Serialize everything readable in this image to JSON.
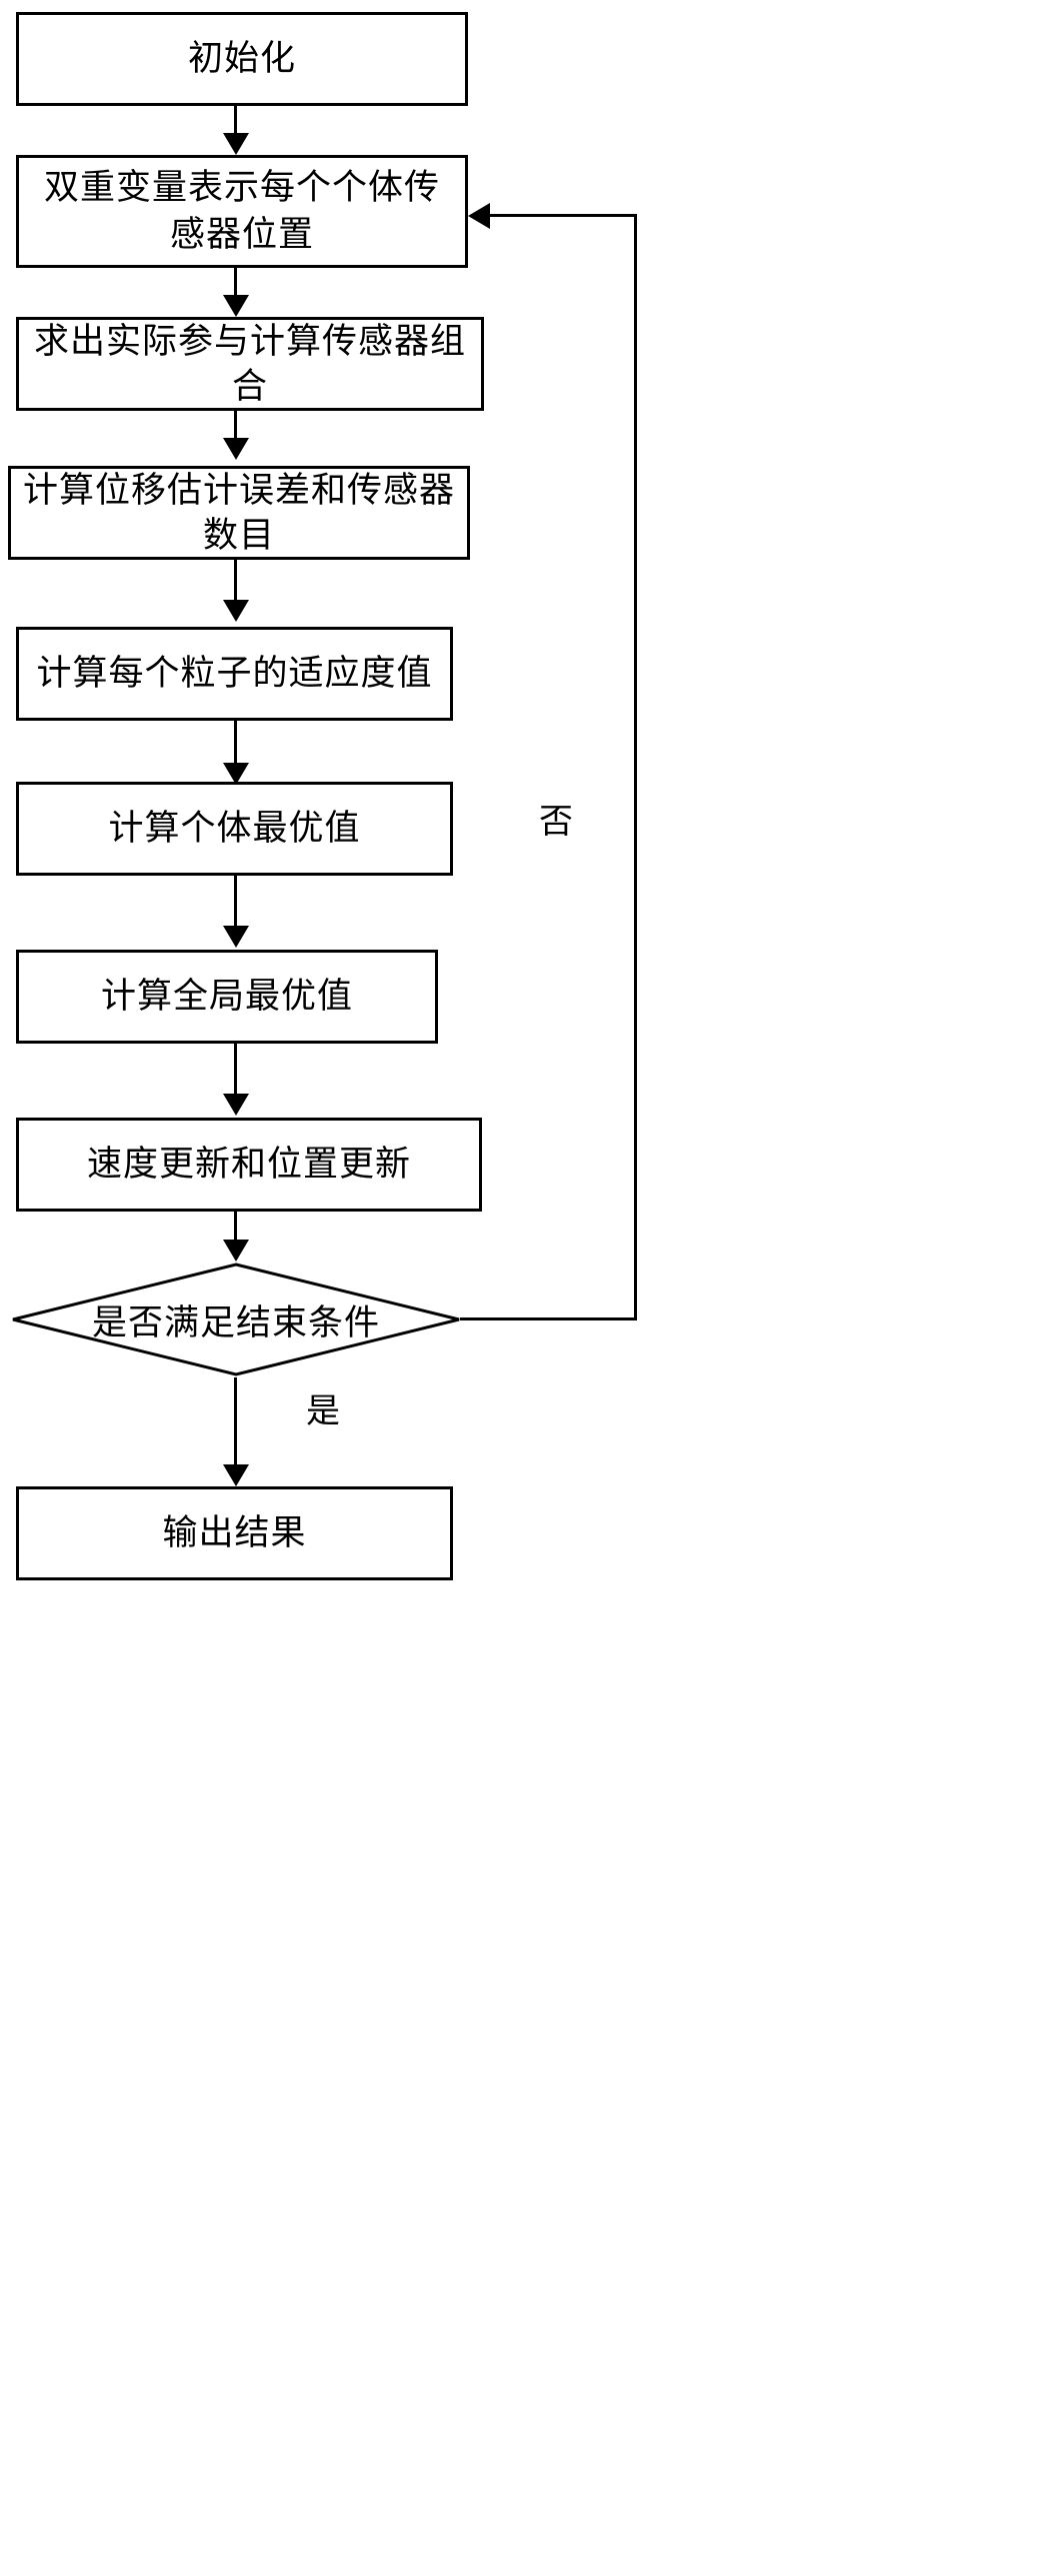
{
  "diagram": {
    "type": "flowchart",
    "orientation": "vertical",
    "language": "zh-CN",
    "stroke_color": "#000000",
    "fill_color": "#ffffff",
    "nodes": [
      {
        "id": "n1",
        "shape": "rectangle",
        "label": "初始化"
      },
      {
        "id": "n2",
        "shape": "rectangle",
        "label": "双重变量表示每个个体传感器位置"
      },
      {
        "id": "n3",
        "shape": "rectangle",
        "label": "求出实际参与计算传感器组合"
      },
      {
        "id": "n4",
        "shape": "rectangle",
        "label": "计算位移估计误差和传感器数目"
      },
      {
        "id": "n5",
        "shape": "rectangle",
        "label": "计算每个粒子的适应度值"
      },
      {
        "id": "n6",
        "shape": "rectangle",
        "label": "计算个体最优值"
      },
      {
        "id": "n7",
        "shape": "rectangle",
        "label": "计算全局最优值"
      },
      {
        "id": "n8",
        "shape": "rectangle",
        "label": "速度更新和位置更新"
      },
      {
        "id": "n9",
        "shape": "diamond",
        "label": "是否满足结束条件"
      },
      {
        "id": "n10",
        "shape": "rectangle",
        "label": "输出结果"
      }
    ],
    "edge_labels": {
      "no_branch": "否",
      "yes_branch": "是"
    }
  }
}
